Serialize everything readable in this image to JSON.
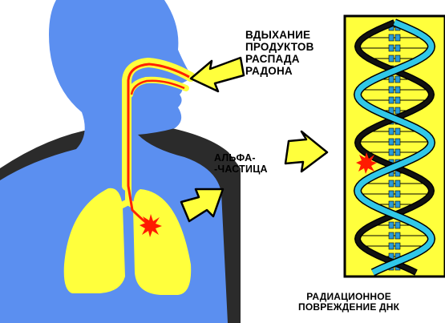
{
  "labels": {
    "inhale": [
      "ВДЫХАНИЕ",
      "ПРОДУКТОВ",
      "РАСПАДА",
      "РАДОНА"
    ],
    "alpha": [
      "АЛЬФА-",
      "-ЧАСТИЦА"
    ],
    "damage": [
      "РАДИАЦИОННОЕ",
      "ПОВРЕЖДЕНИЕ ДНК"
    ]
  },
  "colors": {
    "body": "#5b8ff0",
    "shadow": "#2b2b2b",
    "lungs": "#ffff3c",
    "airway_outer": "#ffff3c",
    "airway_inner": "#ff2200",
    "arrow_fill": "#ffff3c",
    "dna_panel": "#ffff3c",
    "dna_strand": "#30c8e8",
    "dna_dark_strand": "#111111",
    "dna_base": "#2a9ad6",
    "impact_star": "#ff1a00"
  },
  "icons": {
    "impact_lung": "starburst-icon",
    "impact_dna": "starburst-icon"
  }
}
